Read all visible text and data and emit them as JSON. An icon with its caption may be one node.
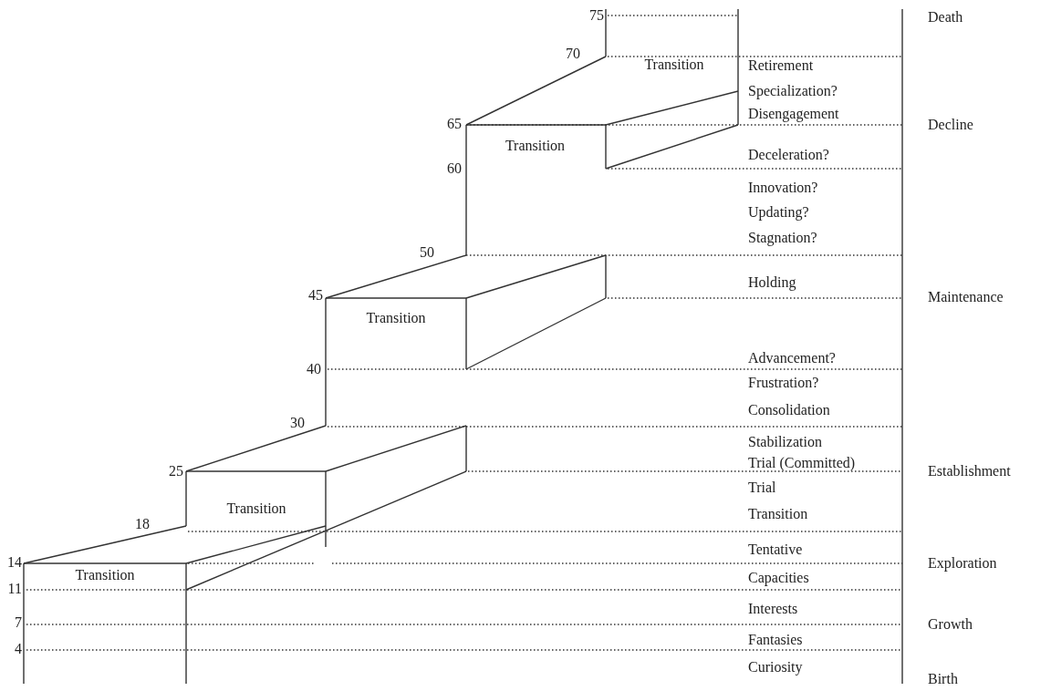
{
  "diagram": {
    "nodes": [
      {
        "text": [
          "Transition"
        ]
      },
      {
        "text": [
          "Transition"
        ]
      },
      {
        "text": [
          "Transition"
        ]
      },
      {
        "text": [
          "Transition"
        ]
      },
      {
        "text": [
          "Transition"
        ]
      }
    ],
    "labels": [
      "75",
      "Death",
      "70",
      "Retirement",
      "Specialization?",
      "65",
      "Disengagement",
      "Decline",
      "60",
      "Deceleration?",
      "Innovation?",
      "Updating?",
      "Stagnation?",
      "50",
      "Holding",
      "45",
      "Maintenance",
      "40",
      "Advancement?",
      "Frustration?",
      "Consolidation",
      "30",
      "Stabilization",
      "25",
      "Trial (Committed)",
      "Establishment",
      "Trial",
      "18",
      "Transition",
      "14",
      "Tentative",
      "Exploration",
      "11",
      "Capacities",
      "Interests",
      "7",
      "Growth",
      "4",
      "Fantasies",
      "Curiosity",
      "Birth"
    ]
  }
}
